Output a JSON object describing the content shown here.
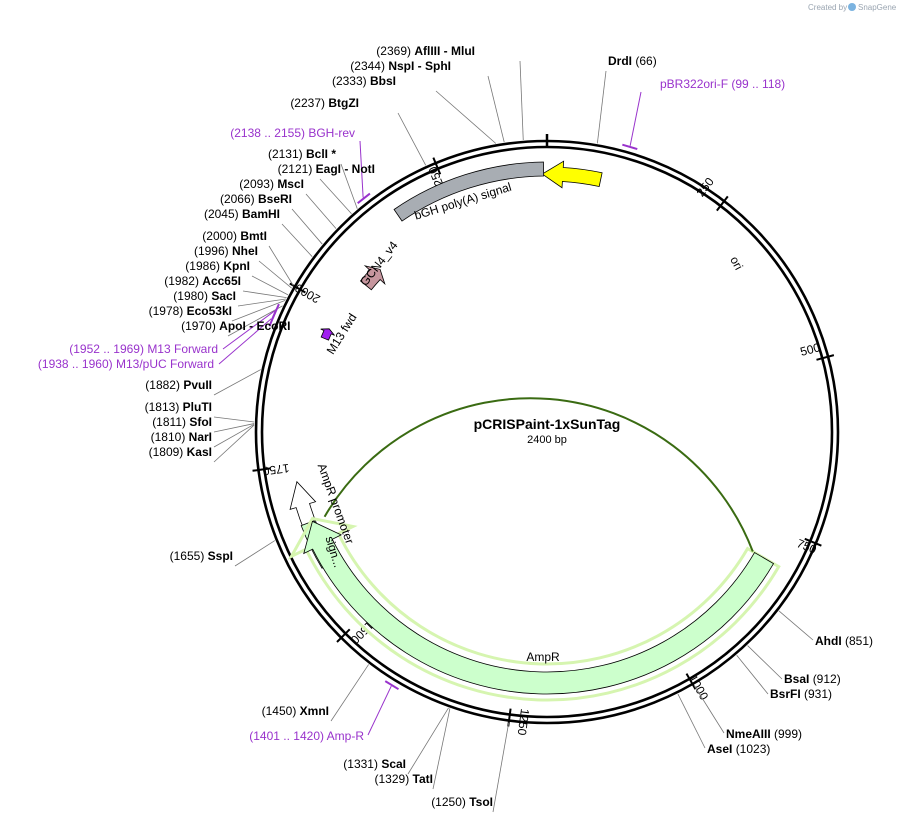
{
  "credit": {
    "prefix": "Created by",
    "brand": "SnapGene"
  },
  "plasmid": {
    "name": "pCRISPaint-1xSunTag",
    "length": 2400,
    "length_label": "2400 bp"
  },
  "ticks": [
    "250",
    "500",
    "750",
    "1000",
    "1250",
    "1500",
    "1750",
    "2000",
    "2250"
  ],
  "features": [
    {
      "name": "ori",
      "start": 2393,
      "end": 80,
      "color": "#ffff00",
      "direction": "reverse"
    },
    {
      "name": "bGH poly(A) signal",
      "start": 2170,
      "end": 2395,
      "color": "#a8adb3",
      "direction": "none"
    },
    {
      "name": "GCN4_v4",
      "start": 2060,
      "end": 2095,
      "color": "#c6969e",
      "direction": "forward"
    },
    {
      "name": "M13 fwd",
      "start": 1952,
      "end": 1969,
      "color": "#a020f0",
      "direction": "forward"
    },
    {
      "name": "AmpR promoter",
      "start": 1620,
      "end": 1725,
      "color": "#ffffff",
      "direction": "forward"
    },
    {
      "name": "sign...",
      "start": 1592,
      "end": 1661,
      "color": "#ccffcc",
      "direction": "none"
    },
    {
      "name": "AmpR",
      "start": 801,
      "end": 1661,
      "color": "#ccffcc",
      "direction": "forward"
    }
  ],
  "sites": [
    {
      "pos": "(2369)",
      "name": "AflIII",
      "extra": "- MluI"
    },
    {
      "pos": "(2344)",
      "name": "NspI",
      "extra": "- SphI"
    },
    {
      "pos": "(2333)",
      "name": "BbsI",
      "extra": ""
    },
    {
      "pos": "(2237)",
      "name": "BtgZI",
      "extra": ""
    },
    {
      "pos": "(2131)",
      "name": "BclI *",
      "extra": ""
    },
    {
      "pos": "(2121)",
      "name": "EagI",
      "extra": "- NotI"
    },
    {
      "pos": "(2093)",
      "name": "MscI",
      "extra": ""
    },
    {
      "pos": "(2066)",
      "name": "BseRI",
      "extra": ""
    },
    {
      "pos": "(2045)",
      "name": "BamHI",
      "extra": ""
    },
    {
      "pos": "(2000)",
      "name": "BmtI",
      "extra": ""
    },
    {
      "pos": "(1996)",
      "name": "NheI",
      "extra": ""
    },
    {
      "pos": "(1986)",
      "name": "KpnI",
      "extra": ""
    },
    {
      "pos": "(1982)",
      "name": "Acc65I",
      "extra": ""
    },
    {
      "pos": "(1980)",
      "name": "SacI",
      "extra": ""
    },
    {
      "pos": "(1978)",
      "name": "Eco53kI",
      "extra": ""
    },
    {
      "pos": "(1970)",
      "name": "ApoI",
      "extra": "- EcoRI"
    },
    {
      "pos": "(1882)",
      "name": "PvuII",
      "extra": ""
    },
    {
      "pos": "(1813)",
      "name": "PluTI",
      "extra": ""
    },
    {
      "pos": "(1811)",
      "name": "SfoI",
      "extra": ""
    },
    {
      "pos": "(1810)",
      "name": "NarI",
      "extra": ""
    },
    {
      "pos": "(1809)",
      "name": "KasI",
      "extra": ""
    },
    {
      "pos": "(1655)",
      "name": "SspI",
      "extra": ""
    },
    {
      "pos": "(1450)",
      "name": "XmnI",
      "extra": ""
    },
    {
      "pos": "(1331)",
      "name": "ScaI",
      "extra": ""
    },
    {
      "pos": "(1329)",
      "name": "TatI",
      "extra": ""
    },
    {
      "pos": "(1250)",
      "name": "TsoI",
      "extra": ""
    },
    {
      "pos": "(66)",
      "name": "DrdI",
      "extra": ""
    },
    {
      "pos": "(851)",
      "name": "AhdI",
      "extra": ""
    },
    {
      "pos": "(912)",
      "name": "BsaI",
      "extra": ""
    },
    {
      "pos": "(931)",
      "name": "BsrFI",
      "extra": ""
    },
    {
      "pos": "(999)",
      "name": "NmeAIII",
      "extra": ""
    },
    {
      "pos": "(1023)",
      "name": "AseI",
      "extra": ""
    }
  ],
  "primers": [
    {
      "name": "pBR322ori-F",
      "range": "(99 .. 118)"
    },
    {
      "name": "BGH-rev",
      "range": "(2138 .. 2155)"
    },
    {
      "name": "M13 Forward",
      "range": "(1952 .. 1969)"
    },
    {
      "name": "M13/pUC Forward",
      "range": "(1938 .. 1960)"
    },
    {
      "name": "Amp-R",
      "range": "(1401 .. 1420)"
    }
  ],
  "colors": {
    "primer": "#9933cc",
    "backbone": "#000000",
    "credit": "#9aa5b1"
  }
}
